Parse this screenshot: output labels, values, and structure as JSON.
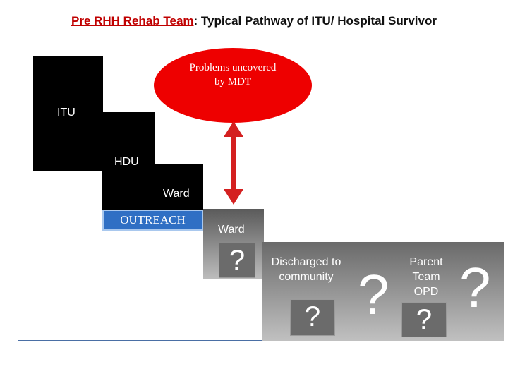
{
  "title": {
    "team_label": "Pre RHH Rehab Team",
    "rest": ": Typical Pathway of  ITU/ Hospital Survivor"
  },
  "problems": {
    "line1": "Problems uncovered",
    "line2": "by MDT"
  },
  "stages": {
    "itu": "ITU",
    "hdu": "HDU",
    "ward": "Ward",
    "outreach": "OUTREACH",
    "ward2": "Ward",
    "discharged_line1": "Discharged to",
    "discharged_line2": "community",
    "parent_line1": "Parent",
    "parent_line2": "Team",
    "parent_line3": "OPD"
  },
  "question": "?",
  "colors": {
    "ellipse": "#ee0000",
    "arrow": "#d42020",
    "outreach": "#2f6fc4",
    "title_accent": "#c00000"
  }
}
